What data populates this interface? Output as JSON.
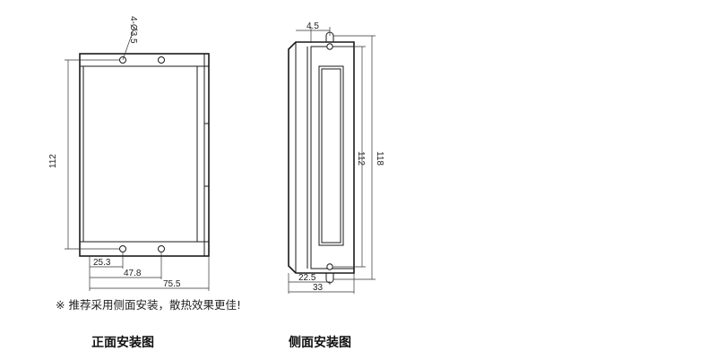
{
  "front_view": {
    "hole_callout": "4-Ø3.5",
    "dims": {
      "height": "112",
      "x1": "25.3",
      "x2": "47.8",
      "width": "75.5"
    },
    "caption": "正面安装图"
  },
  "side_view": {
    "dims": {
      "top_offset": "4.5",
      "inner_height": "112",
      "outer_height": "118",
      "bottom_offset": "22.5",
      "width": "33"
    },
    "caption": "侧面安装图"
  },
  "note": "※  推荐采用侧面安装，散热效果更佳!"
}
